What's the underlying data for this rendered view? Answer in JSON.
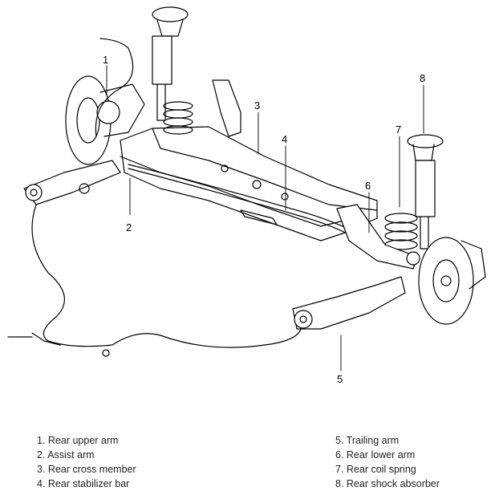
{
  "callouts": [
    {
      "num": "1"
    },
    {
      "num": "2"
    },
    {
      "num": "3"
    },
    {
      "num": "4"
    },
    {
      "num": "5"
    },
    {
      "num": "6"
    },
    {
      "num": "7"
    },
    {
      "num": "8"
    }
  ],
  "legend": {
    "left": [
      "1. Rear upper arm",
      "2. Assist arm",
      "3. Rear cross member",
      "4. Rear stabilizer bar"
    ],
    "right": [
      "5. Trailing arm",
      "6. Rear lower arm",
      "7. Rear coil spring",
      "8. Rear shock absorber"
    ]
  }
}
